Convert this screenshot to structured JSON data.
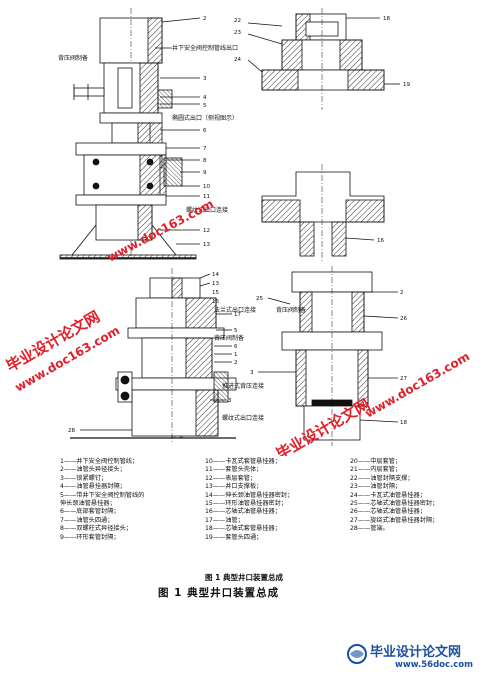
{
  "callouts": {
    "top_left_1": "背压阀制备",
    "top_left_2": "井下安全阀控制管线出口",
    "top_left_3": "椭圆式出口（侧视图示）",
    "top_left_4": "螺纹式出口连接",
    "bottom_left_1": "法兰式出口连接",
    "bottom_left_2": "背压阀制备",
    "bottom_left_3": "推进式背压连接",
    "bottom_left_4": "螺纹式出口连接",
    "bottom_right_1": "背压阀制备"
  },
  "numbers": {
    "tl": [
      "2",
      "3",
      "4",
      "5",
      "6",
      "7",
      "8",
      "9",
      "10",
      "11",
      "12",
      "13"
    ],
    "tr": [
      "18",
      "22",
      "23",
      "24",
      "19"
    ],
    "mid": [
      "16"
    ],
    "bl": [
      "14",
      "13",
      "15",
      "16",
      "17",
      "5",
      "6",
      "1",
      "2",
      "3",
      "28"
    ],
    "br": [
      "2",
      "25",
      "26",
      "27",
      "18",
      "3"
    ]
  },
  "legend": {
    "col1": [
      "1——井下安全阀控制管线；",
      "2——油管头异径接头；",
      "3——锁紧螺钉；",
      "4——油管悬挂器封隔；",
      "5——带井下安全阀控制管线的",
      "    伸长颈油管悬挂器；",
      "6——底部套管封隔；",
      "7——油管头四通；",
      "8——双螺柱式异径接头；",
      "9——环形套管封隔；"
    ],
    "col2": [
      "10——卡瓦式套管悬挂器；",
      "11——套管头壳体；",
      "12——表层套管；",
      "13——井口支撑板；",
      "14——伸长颈油管悬挂器密封；",
      "15——环形油管悬挂器密封；",
      "16——芯轴式油管悬挂器；",
      "17——油管；",
      "18——芯轴式套管悬挂器；",
      "19——套管头四通；"
    ],
    "col3": [
      "20——中层套管；",
      "21——内层套管；",
      "22——油管封隔支撑；",
      "23——油管封隔；",
      "24——卡瓦式油管悬挂器；",
      "25——芯轴式油管悬挂器密封；",
      "26——芯轴式油管悬挂器；",
      "27——旋绕式油管悬挂器封隔；",
      "28——管端。"
    ]
  },
  "inner_caption": "图 1    典型井口装置总成",
  "figure_caption": "图 1    典型井口装置总成",
  "watermarks": {
    "site_cn": "毕业设计论文网",
    "site_url": "www.doc163.com",
    "footer_cn": "毕业设计论文网",
    "footer_url": "www.56doc.com"
  },
  "colors": {
    "line": "#111111",
    "hatch": "#333333",
    "watermark_red": "#e0202a",
    "watermark_blue": "#1b4fa0"
  }
}
